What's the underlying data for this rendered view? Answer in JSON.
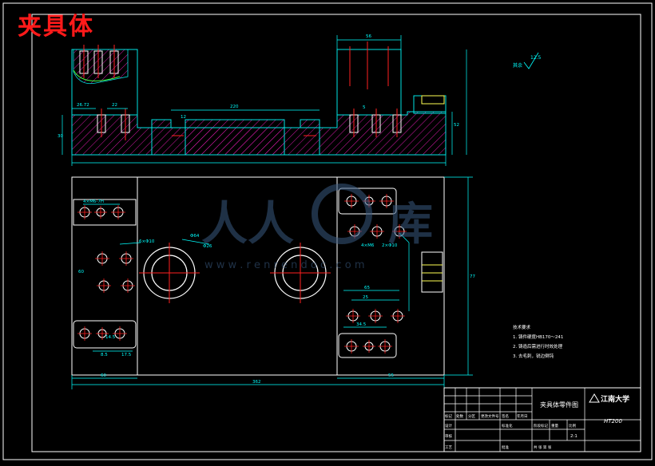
{
  "title_banner": "夹具体",
  "colors": {
    "background": "#000000",
    "frame": "#ffffff",
    "outline": "#00e5e5",
    "hatch": "#d61aa8",
    "center": "#ff2020",
    "dim": "#00ffff",
    "hole": "#ffffff",
    "watermark": "#3a5a80"
  },
  "watermark": {
    "chars": "人人",
    "url": "w w w . r e n r e n d o c . c o m",
    "tail": "库"
  },
  "dims": {
    "d26_72": "26.72",
    "d22": "22",
    "d220": "220",
    "d56": "56",
    "d52": "52",
    "d12": "12",
    "d30": "30",
    "d60_left": "60",
    "d60_bottom": "60",
    "d77": "77",
    "d362": "362",
    "d65": "65",
    "d5": "5",
    "d55": "55",
    "d25": "25",
    "d34_5": "34.5",
    "d14_5": "14.5",
    "d8_5": "8.5",
    "d17_5": "17.5",
    "hole_spec1": "4×M6-7H",
    "hole_spec2": "6×Φ10",
    "hole_spec3": "Φ64",
    "hole_spec4": "Φ26",
    "hole_spec5": "4×M6",
    "d2_phi10": "2×Φ10"
  },
  "roughness": {
    "mark": "12.5",
    "text": "其余"
  },
  "tech_req": {
    "heading": "技术要求",
    "lines": [
      "1. 铸件硬度HB170～241",
      "2. 铸造后需进行时效处理",
      "3. 去毛刺，锐边倒钝"
    ]
  },
  "title_block": {
    "part_name": "夹具体零件图",
    "university": "江南大学",
    "material": "HT200",
    "scale": "2:1",
    "row_labels": [
      "标记",
      "处数",
      "分区",
      "更改文件号",
      "签名",
      "年月日"
    ],
    "col_labels": [
      "设计",
      "审核",
      "工艺",
      "标准化",
      "批准"
    ],
    "stage_labels": [
      "阶段标记",
      "重量",
      "比例"
    ],
    "sheet_label": "共  张  第  张"
  }
}
